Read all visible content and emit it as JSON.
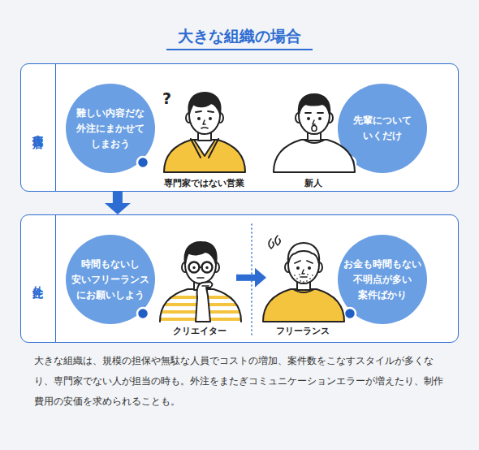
{
  "diagram": {
    "title": "大きな組織の場合",
    "caption": "大きな組織は、規模の担保や無駄な人員でコストの増加、案件数をこなすスタイルが多くなり、専門家でない人が担当の時も。外注をまたぎコミュニケーションエラーが増えたり、制作費用の安価を求められることも。",
    "nodes": [
      {
        "text": [
          "広告代理店"
        ]
      },
      {
        "text": [
          "難しい内容だな 外注にまかせて しまおう"
        ],
        "in": 0
      },
      {
        "text": [
          "専門家ではない営業"
        ],
        "in": 0
      },
      {
        "text": [
          "新人"
        ],
        "in": 0
      },
      {
        "text": [
          "先輩について いくだけ"
        ],
        "in": 0
      },
      {
        "text": [
          "外注先"
        ]
      },
      {
        "text": [
          "時間もないし 安いフリーランス にお願いしよう"
        ],
        "in": 5
      },
      {
        "text": [
          "クリエイター"
        ],
        "in": 5
      },
      {
        "text": [
          "フリーランス"
        ],
        "in": 5
      },
      {
        "text": [
          "お金も時間もない 不明点が多い 案件ばかり"
        ],
        "in": 5
      }
    ],
    "edges": [
      {
        "from": 0,
        "to": 5,
        "arrow": "to"
      },
      {
        "from": 7,
        "to": 8,
        "arrow": "to"
      }
    ],
    "labels": [
      "?"
    ]
  }
}
